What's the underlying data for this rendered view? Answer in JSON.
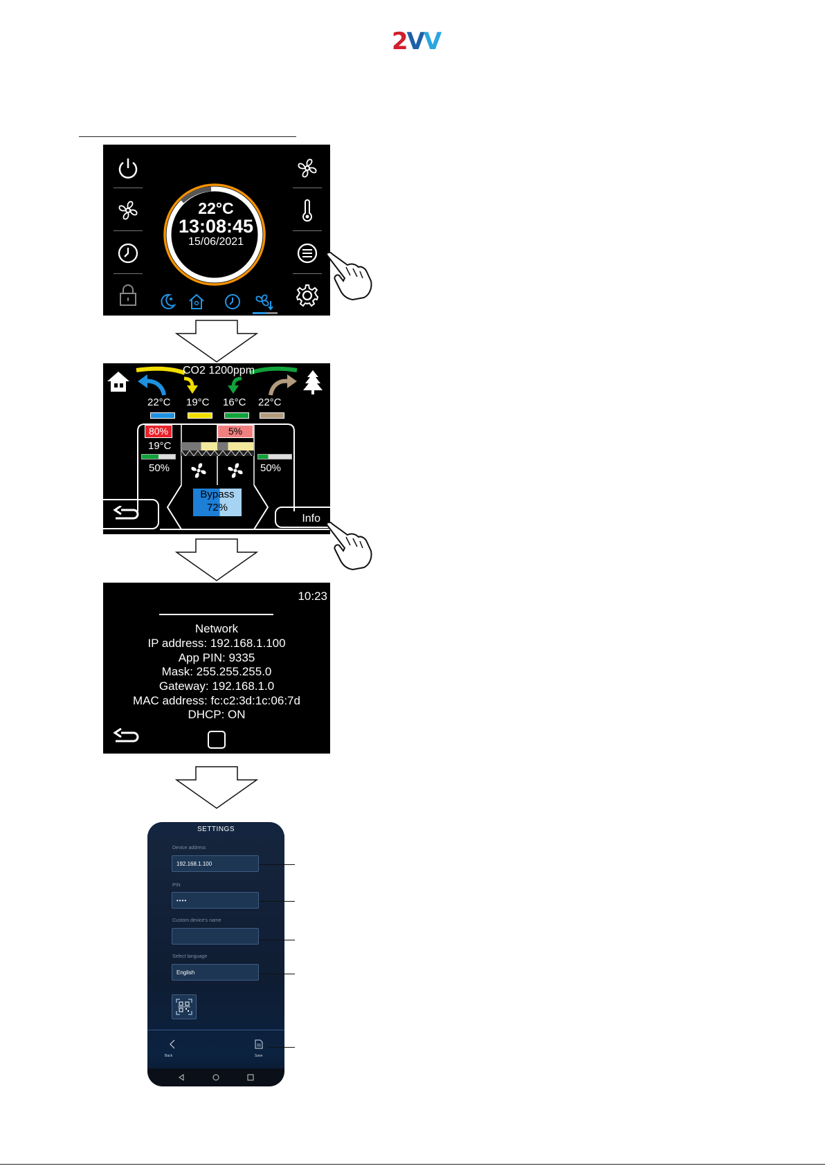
{
  "logo": {
    "p1": "2",
    "p2": "V",
    "p3": "V"
  },
  "screen1": {
    "temperature": "22°C",
    "time": "13:08:45",
    "date": "15/06/2021"
  },
  "screen2": {
    "co2": "CO2 1200ppm",
    "temps": [
      "22°C",
      "19°C",
      "16°C",
      "22°C"
    ],
    "extract_pct": "80%",
    "extract_temp": "19°C",
    "left_humidity": "50%",
    "supply_pct": "5%",
    "right_humidity": "50%",
    "bypass_label": "Bypass",
    "bypass_value": "72%",
    "info_label": "Info",
    "colors": {
      "blue": "#1e90e0",
      "yellow": "#f1dd00",
      "green": "#11a23a",
      "tan": "#b29a7d",
      "red": "#e8232b"
    }
  },
  "screen3": {
    "time": "10:23",
    "title": "Network",
    "ip": "IP address: 192.168.1.100",
    "pin": "App PIN: 9335",
    "mask": "Mask: 255.255.255.0",
    "gateway": "Gateway: 192.168.1.0",
    "mac": "MAC address: fc:c2:3d:1c:06:7d",
    "dhcp": "DHCP: ON"
  },
  "phone": {
    "title": "SETTINGS",
    "device_address_label": "Device address",
    "device_address_value": "192.168.1.100",
    "pin_label": "PIN",
    "pin_value": "••••",
    "name_label": "Custom device's name",
    "name_value": "",
    "language_label": "Select language",
    "language_value": "English",
    "back_label": "Back",
    "save_label": "Save"
  }
}
